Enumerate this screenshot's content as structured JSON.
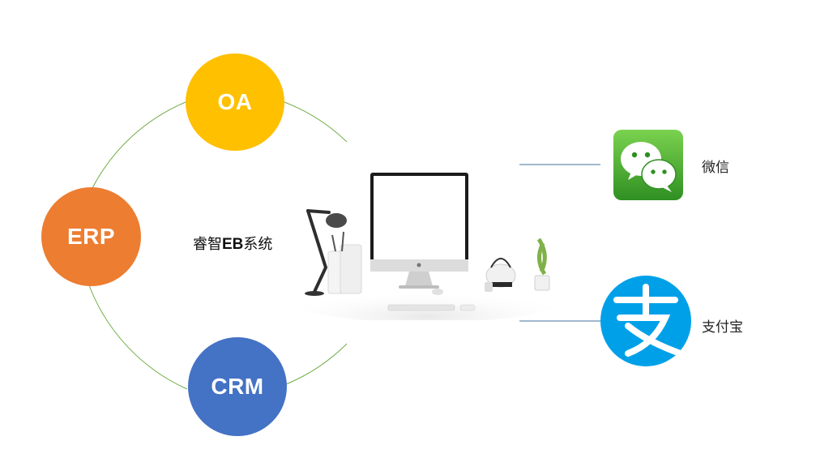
{
  "diagram": {
    "nodes": [
      {
        "id": "oa",
        "label": "OA",
        "color": "#FFC000"
      },
      {
        "id": "erp",
        "label": "ERP",
        "color": "#ED7D31"
      },
      {
        "id": "crm",
        "label": "CRM",
        "color": "#4472C4"
      }
    ],
    "ring_color": "#70AD47",
    "connector_color": "#41719C",
    "center": {
      "label_prefix": "睿智",
      "label_bold": "EB",
      "label_suffix": "系统",
      "image": "desk-computer-icon"
    },
    "apps": [
      {
        "id": "wechat",
        "label": "微信",
        "icon": "wechat-icon",
        "color": "#4CAF37"
      },
      {
        "id": "alipay",
        "label": "支付宝",
        "icon": "alipay-icon",
        "color": "#00A0E9"
      }
    ]
  }
}
